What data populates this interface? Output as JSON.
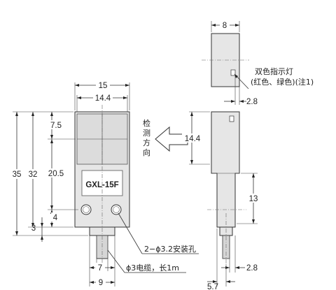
{
  "model_label": "GXL-15F",
  "detect_direction_chars": [
    "检",
    "测",
    "方",
    "向"
  ],
  "front_view": {
    "dims": {
      "width_outer": "15",
      "width_inner": "14.4",
      "top_to_split": "7.5",
      "split_to_holes": "20.5",
      "holes_to_bottom": "4",
      "bottom_extra": "3",
      "total_height": "35",
      "body_height": "32",
      "cable_width": "7",
      "cable_out": "9"
    },
    "hole_note": "2−ϕ3.2安装孔",
    "cable_note": "ϕ3电缆，长1m"
  },
  "top_view": {
    "dims": {
      "width": "8",
      "offset": "2.8"
    },
    "indicator_note_line1": "双色指示灯",
    "indicator_note_line2": "(红色、绿色)(注1)"
  },
  "side_view": {
    "dims": {
      "sensing_height": "14.4",
      "lower_height": "13",
      "offset_bottom": "2.8",
      "base_width": "5.7"
    }
  }
}
